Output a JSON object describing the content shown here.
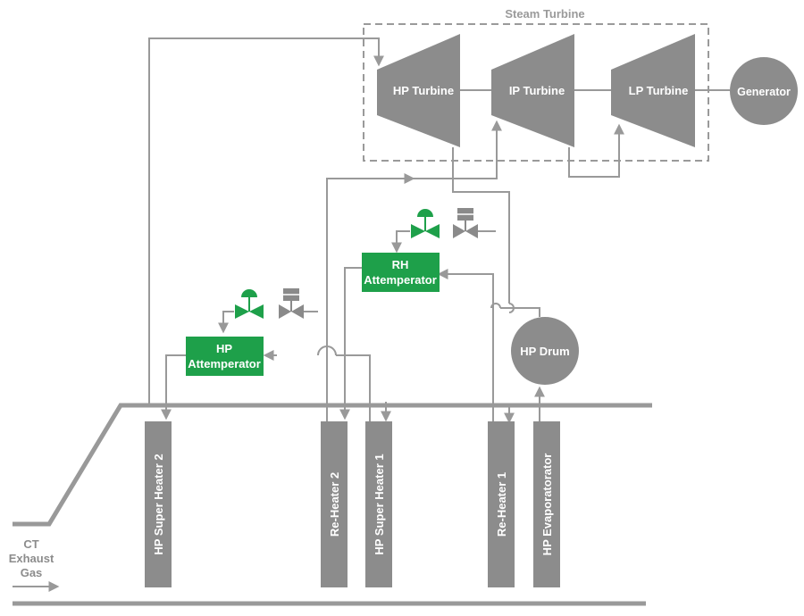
{
  "steam_turbine": {
    "title": "Steam Turbine",
    "hp_turbine": "HP Turbine",
    "ip_turbine": "IP Turbine",
    "lp_turbine": "LP Turbine"
  },
  "generator": "Generator",
  "hp_drum": "HP Drum",
  "rh_attemperator": {
    "line1": "RH",
    "line2": "Attemperator"
  },
  "hp_attemperator": {
    "line1": "HP",
    "line2": "Attemperator"
  },
  "heat_exchangers": {
    "hp_super_heater_2": "HP Super Heater 2",
    "re_heater_2": "Re-Heater 2",
    "hp_super_heater_1": "HP Super Heater 1",
    "re_heater_1": "Re-Heater 1",
    "hp_evaporator": "HP Evaporatorator"
  },
  "exhaust": {
    "line1": "CT",
    "line2": "Exhaust",
    "line3": "Gas"
  },
  "colors": {
    "equipment": "#8c8c8c",
    "pipe": "#999999",
    "attemperator": "#1ea04a",
    "valve_green": "#1ea04a",
    "valve_gray": "#8a8a8a"
  }
}
